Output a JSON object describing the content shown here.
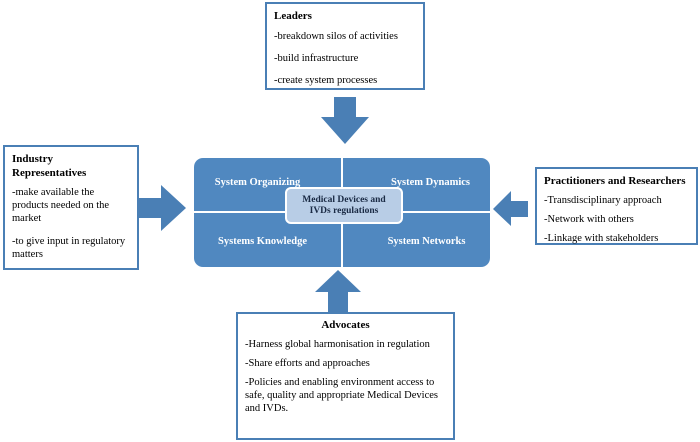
{
  "colors": {
    "accent": "#4a7fb5",
    "grid": "#5088c0",
    "center_label_bg": "#b8cde6",
    "arrow": "#4a7fb5"
  },
  "leaders": {
    "title": "Leaders",
    "items": [
      "-breakdown silos of activities",
      "-build infrastructure",
      "-create system processes"
    ]
  },
  "industry": {
    "title_line1": "Industry",
    "title_line2": "Representatives",
    "items": [
      "-make available the products needed on the  market",
      "-to give input in regulatory matters"
    ]
  },
  "practitioners": {
    "title": "Practitioners and Researchers",
    "items": [
      "-Transdisciplinary approach",
      "-Network with others",
      "-Linkage with stakeholders"
    ]
  },
  "advocates": {
    "title": "Advocates",
    "items": [
      "-Harness global harmonisation in regulation",
      "-Share efforts and approaches",
      "-Policies and enabling environment access to safe, quality and appropriate Medical Devices and IVDs."
    ]
  },
  "center": {
    "quadrants": {
      "top_left": "System Organizing",
      "top_right": "System Dynamics",
      "bottom_left": "Systems Knowledge",
      "bottom_right": "System Networks"
    },
    "label_line1": "Medical Devices and",
    "label_line2": "IVDs regulations"
  }
}
